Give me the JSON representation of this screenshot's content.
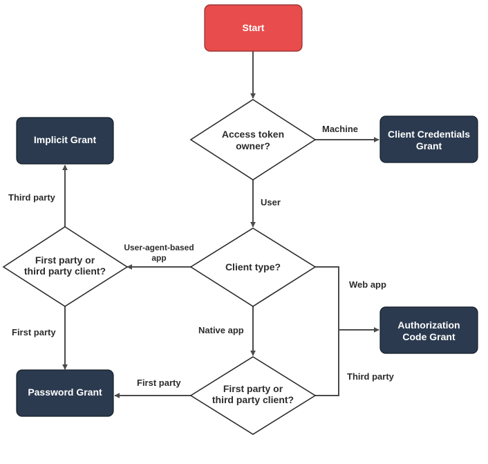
{
  "nodes": {
    "start": "Start",
    "implicit_grant": "Implicit Grant",
    "client_credentials_grant": [
      "Client Credentials",
      "Grant"
    ],
    "authorization_code_grant": [
      "Authorization",
      "Code Grant"
    ],
    "password_grant": "Password Grant",
    "access_token_owner": [
      "Access token",
      "owner?"
    ],
    "client_type": "Client type?",
    "party_check_left": [
      "First party or",
      "third party client?"
    ],
    "party_check_bottom": [
      "First party or",
      "third party client?"
    ]
  },
  "edges": {
    "machine": "Machine",
    "user": "User",
    "user_agent_based_app": [
      "User-agent-based",
      "app"
    ],
    "web_app": "Web app",
    "native_app": "Native app",
    "third_party_left": "Third party",
    "first_party_left": "First party",
    "first_party_bottom": "First party",
    "third_party_right": "Third party"
  },
  "colors": {
    "start_fill": "#e84c4c",
    "grant_fill": "#2b3a4f",
    "line": "#4a4a4a"
  }
}
